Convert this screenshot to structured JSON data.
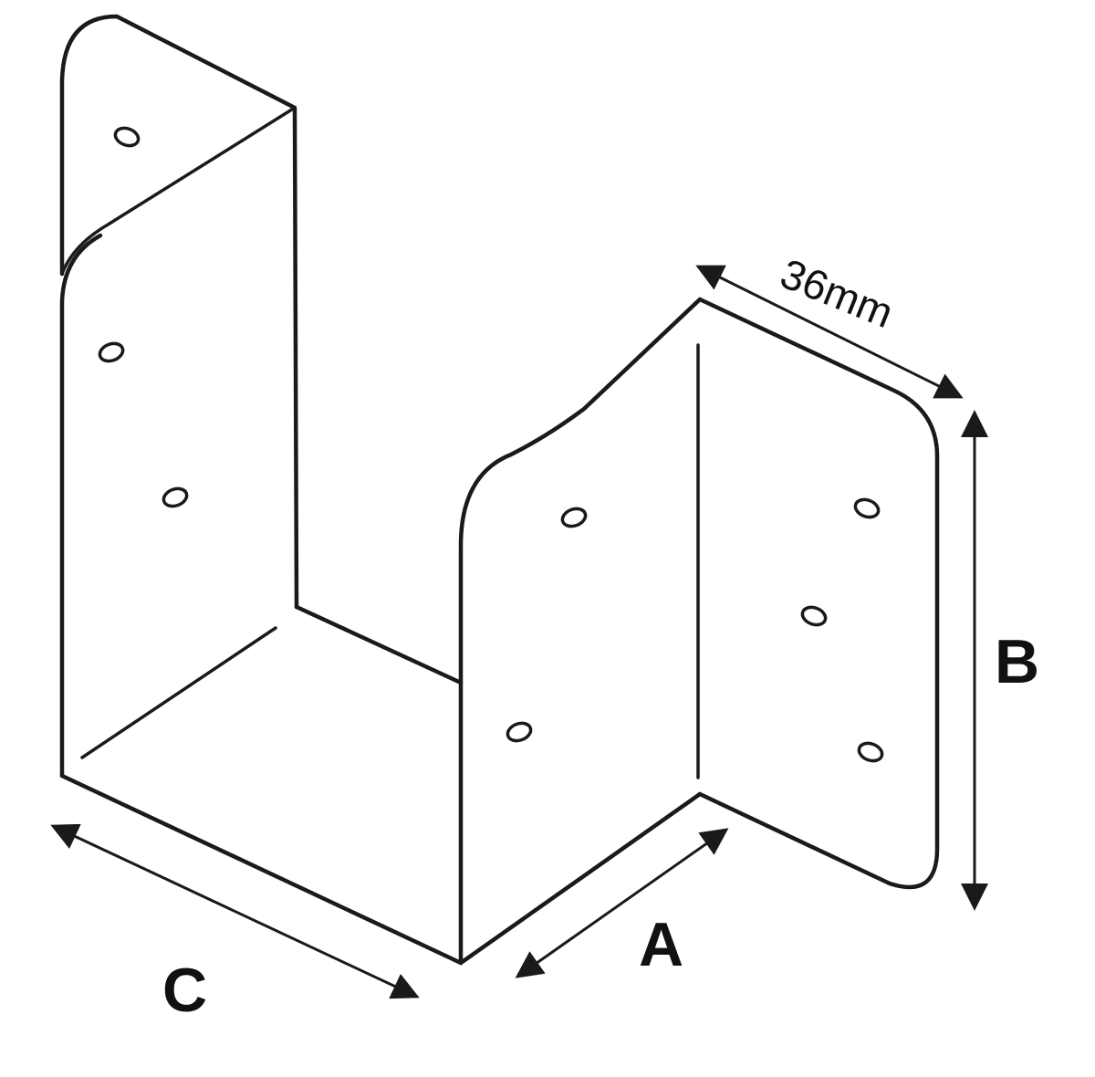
{
  "diagram": {
    "labels": {
      "a": "A",
      "b": "B",
      "c": "C",
      "thickness": "36mm"
    },
    "colors": {
      "line": "#1a1a1a",
      "background": "#ffffff"
    }
  }
}
